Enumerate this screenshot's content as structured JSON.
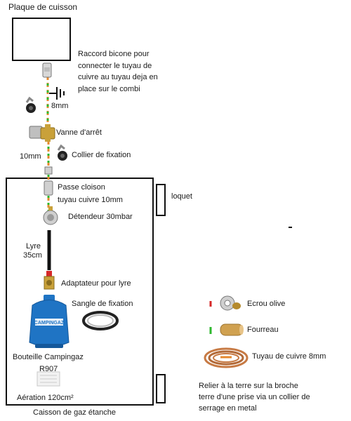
{
  "labels": {
    "cooktop": "Plaque de cuisson",
    "biconical_1": "Raccord bicone pour",
    "biconical_2": "connecter le tuyau de",
    "biconical_3": "cuivre au tuyau deja en",
    "biconical_4": "place sur le combi",
    "size_8mm": "8mm",
    "shutoff_valve": "Vanne d'arrêt",
    "size_10mm": "10mm",
    "clamp": "Collier de fixation",
    "bulkhead": "Passe cloison",
    "copper_10mm": "tuyau cuivre 10mm",
    "latch": "loquet",
    "regulator": "Détendeur 30mbar",
    "lyre_1": "Lyre",
    "lyre_2": "35cm",
    "adapter": "Adaptateur pour  lyre",
    "strap": "Sangle de fixation",
    "bottle_1": "Bouteille Campingaz",
    "bottle_2": "R907",
    "ventilation": "Aération 120cm²",
    "gas_box": "Caisson de gaz étanche",
    "bottle_brand": "CAMPINGAZ"
  },
  "legend": {
    "olive_nut": "Ecrou olive",
    "sleeve": "Fourreau",
    "copper_pipe": "Tuyau de cuivre 8mm",
    "ground_1": "Relier à la terre sur la broche",
    "ground_2": "terre d'une prise via un collier de",
    "ground_3": "serrage en metal"
  },
  "colors": {
    "pipe_orange": "#e6882e",
    "pipe_green": "#2eb82e",
    "brass": "#c9a13a",
    "bottle_blue": "#1f74c4",
    "copper": "#c77a44",
    "marker_red": "#d62828",
    "black": "#111111"
  }
}
